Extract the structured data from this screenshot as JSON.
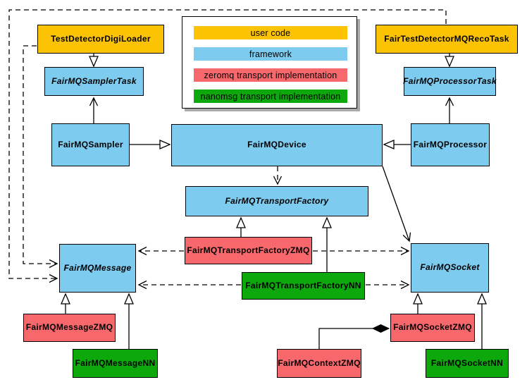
{
  "colors": {
    "user_code": "#FCC204",
    "framework": "#7DCBEF",
    "zeromq": "#F7686D",
    "nanomsg": "#0CA80C",
    "border": "#000000",
    "background": "#FFFFFF"
  },
  "legend": {
    "items": [
      {
        "label": "user code",
        "color_key": "user_code",
        "color": "#FCC204"
      },
      {
        "label": "framework",
        "color_key": "framework",
        "color": "#7DCBEF"
      },
      {
        "label": "zeromq transport implementation",
        "color_key": "zeromq",
        "color": "#F7686D"
      },
      {
        "label": "nanomsg transport implementation",
        "color_key": "nanomsg",
        "color": "#0CA80C"
      }
    ]
  },
  "nodes": {
    "test_detector_digi_loader": {
      "label": "TestDetectorDigiLoader",
      "category": "user_code",
      "abstract": false
    },
    "fair_test_detector_mq_reco_task": {
      "label": "FairTestDetectorMQRecoTask",
      "category": "user_code",
      "abstract": false
    },
    "fair_mq_sampler_task": {
      "label": "FairMQSamplerTask",
      "category": "framework",
      "abstract": true
    },
    "fair_mq_processor_task": {
      "label": "FairMQProcessorTask",
      "category": "framework",
      "abstract": true
    },
    "fair_mq_sampler": {
      "label": "FairMQSampler",
      "category": "framework",
      "abstract": false
    },
    "fair_mq_device": {
      "label": "FairMQDevice",
      "category": "framework",
      "abstract": false
    },
    "fair_mq_processor": {
      "label": "FairMQProcessor",
      "category": "framework",
      "abstract": false
    },
    "fair_mq_transport_factory": {
      "label": "FairMQTransportFactory",
      "category": "framework",
      "abstract": true
    },
    "fair_mq_transport_factory_zmq": {
      "label": "FairMQTransportFactoryZMQ",
      "category": "zeromq",
      "abstract": false
    },
    "fair_mq_transport_factory_nn": {
      "label": "FairMQTransportFactoryNN",
      "category": "nanomsg",
      "abstract": false
    },
    "fair_mq_message": {
      "label": "FairMQMessage",
      "category": "framework",
      "abstract": true
    },
    "fair_mq_socket": {
      "label": "FairMQSocket",
      "category": "framework",
      "abstract": true
    },
    "fair_mq_message_zmq": {
      "label": "FairMQMessageZMQ",
      "category": "zeromq",
      "abstract": false
    },
    "fair_mq_message_nn": {
      "label": "FairMQMessageNN",
      "category": "nanomsg",
      "abstract": false
    },
    "fair_mq_context_zmq": {
      "label": "FairMQContextZMQ",
      "category": "zeromq",
      "abstract": false
    },
    "fair_mq_socket_zmq": {
      "label": "FairMQSocketZMQ",
      "category": "zeromq",
      "abstract": false
    },
    "fair_mq_socket_nn": {
      "label": "FairMQSocketNN",
      "category": "nanomsg",
      "abstract": false
    }
  },
  "relationships": [
    {
      "from": "TestDetectorDigiLoader",
      "to": "FairMQSamplerTask",
      "type": "generalization"
    },
    {
      "from": "FairMQSampler",
      "to": "FairMQSamplerTask",
      "type": "association"
    },
    {
      "from": "FairTestDetectorMQRecoTask",
      "to": "FairMQProcessorTask",
      "type": "generalization"
    },
    {
      "from": "FairMQProcessor",
      "to": "FairMQProcessorTask",
      "type": "association"
    },
    {
      "from": "FairMQSampler",
      "to": "FairMQDevice",
      "type": "generalization"
    },
    {
      "from": "FairMQProcessor",
      "to": "FairMQDevice",
      "type": "generalization"
    },
    {
      "from": "FairMQDevice",
      "to": "FairMQTransportFactory",
      "type": "dependency"
    },
    {
      "from": "FairMQDevice",
      "to": "FairMQSocket",
      "type": "association"
    },
    {
      "from": "FairMQTransportFactoryZMQ",
      "to": "FairMQTransportFactory",
      "type": "generalization"
    },
    {
      "from": "FairMQTransportFactoryNN",
      "to": "FairMQTransportFactory",
      "type": "generalization"
    },
    {
      "from": "FairMQTransportFactoryZMQ",
      "to": "FairMQMessage",
      "type": "dependency"
    },
    {
      "from": "FairMQTransportFactoryZMQ",
      "to": "FairMQSocket",
      "type": "dependency"
    },
    {
      "from": "FairMQTransportFactoryNN",
      "to": "FairMQMessage",
      "type": "dependency"
    },
    {
      "from": "FairMQTransportFactoryNN",
      "to": "FairMQSocket",
      "type": "dependency"
    },
    {
      "from": "TestDetectorDigiLoader",
      "to": "FairMQMessage",
      "type": "dependency"
    },
    {
      "from": "FairTestDetectorMQRecoTask",
      "to": "FairMQMessage",
      "type": "dependency"
    },
    {
      "from": "FairMQMessageZMQ",
      "to": "FairMQMessage",
      "type": "generalization"
    },
    {
      "from": "FairMQMessageNN",
      "to": "FairMQMessage",
      "type": "generalization"
    },
    {
      "from": "FairMQSocketZMQ",
      "to": "FairMQSocket",
      "type": "generalization"
    },
    {
      "from": "FairMQSocketNN",
      "to": "FairMQSocket",
      "type": "generalization"
    },
    {
      "from": "FairMQSocketZMQ",
      "to": "FairMQContextZMQ",
      "type": "composition"
    }
  ]
}
